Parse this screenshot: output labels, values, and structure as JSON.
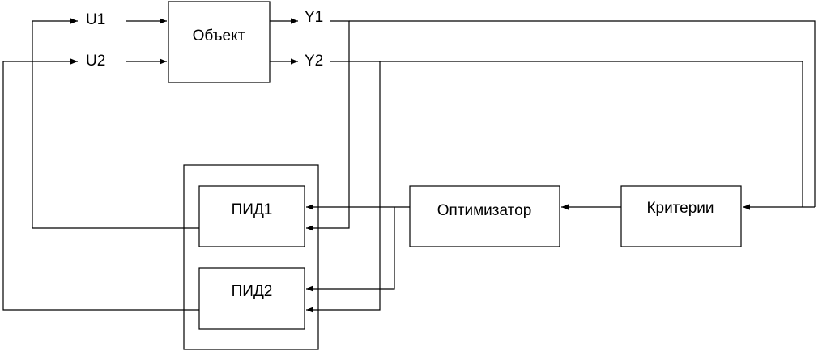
{
  "blocks": {
    "object": "Объект",
    "pid1": "ПИД1",
    "pid2": "ПИД2",
    "optimizer": "Оптимизатор",
    "criteria": "Критерии"
  },
  "signals": {
    "u1": "U1",
    "u2": "U2",
    "y1": "Y1",
    "y2": "Y2"
  },
  "colors": {
    "line": "#000000",
    "background": "#ffffff"
  }
}
